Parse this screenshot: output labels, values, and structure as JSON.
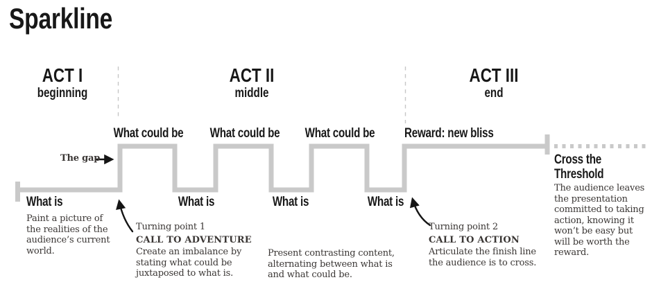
{
  "title": "Sparkline",
  "acts": [
    {
      "name": "ACT I",
      "subtitle": "beginning"
    },
    {
      "name": "ACT II",
      "subtitle": "middle"
    },
    {
      "name": "ACT III",
      "subtitle": "end"
    }
  ],
  "wave": {
    "labels_top": [
      "What could be",
      "What could be",
      "What could be"
    ],
    "reward_label": "Reward: new bliss",
    "labels_bottom": [
      "What is",
      "What is",
      "What is",
      "What is"
    ],
    "gap_label": "The gap",
    "threshold_heading": "Cross the\nThreshold"
  },
  "annotations": {
    "what_is_desc": "Paint a picture of\nthe realities of the\naudience’s current\nworld.",
    "turning_point_1": {
      "label": "Turning point 1",
      "call": "CALL TO ADVENTURE",
      "desc": "Create an imbalance by\nstating what could be\njuxtaposed to what is."
    },
    "middle_desc": "Present contrasting content,\nalternating between what is\nand what could be.",
    "turning_point_2": {
      "label": "Turning point 2",
      "call": "CALL TO ACTION",
      "desc": "Articulate the finish line\nthe audience is to cross."
    },
    "threshold_desc": "The audience leaves\nthe presentation\ncommitted to taking\naction, knowing it\nwon’t be easy but\nwill be worth the\nreward."
  },
  "colors": {
    "line": "#c9c9c9",
    "ink": "#181818",
    "body": "#3a3634",
    "divider": "#c6c6c6",
    "arrow": "#151515"
  }
}
